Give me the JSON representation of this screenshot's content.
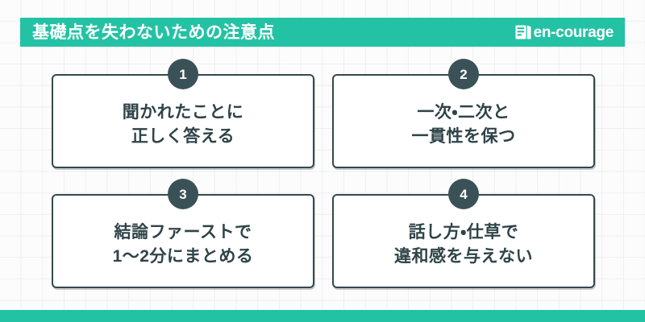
{
  "header": {
    "title": "基礎点を失わないための注意点",
    "logo_text": "en-courage",
    "logo_icon": "book-icon",
    "background_color": "#24c2a5",
    "text_color": "#ffffff"
  },
  "cards": [
    {
      "number": "1",
      "text": "聞かれたことに\n正しく答える"
    },
    {
      "number": "2",
      "text": "一次・二次と\n一貫性を保つ"
    },
    {
      "number": "3",
      "text": "結論ファーストで\n1〜2分にまとめる"
    },
    {
      "number": "4",
      "text": "話し方・仕草で\n違和感を与えない"
    }
  ],
  "theme": {
    "accent_color": "#24c2a5",
    "ink_color": "#2f4448",
    "badge_color": "#3a5257",
    "card_background": "#ffffff",
    "card_border_color": "#33494e",
    "page_background": "#fcfcfc",
    "grid_line_color": "#efefef"
  },
  "footer": {
    "background_color": "#24c2a5"
  }
}
